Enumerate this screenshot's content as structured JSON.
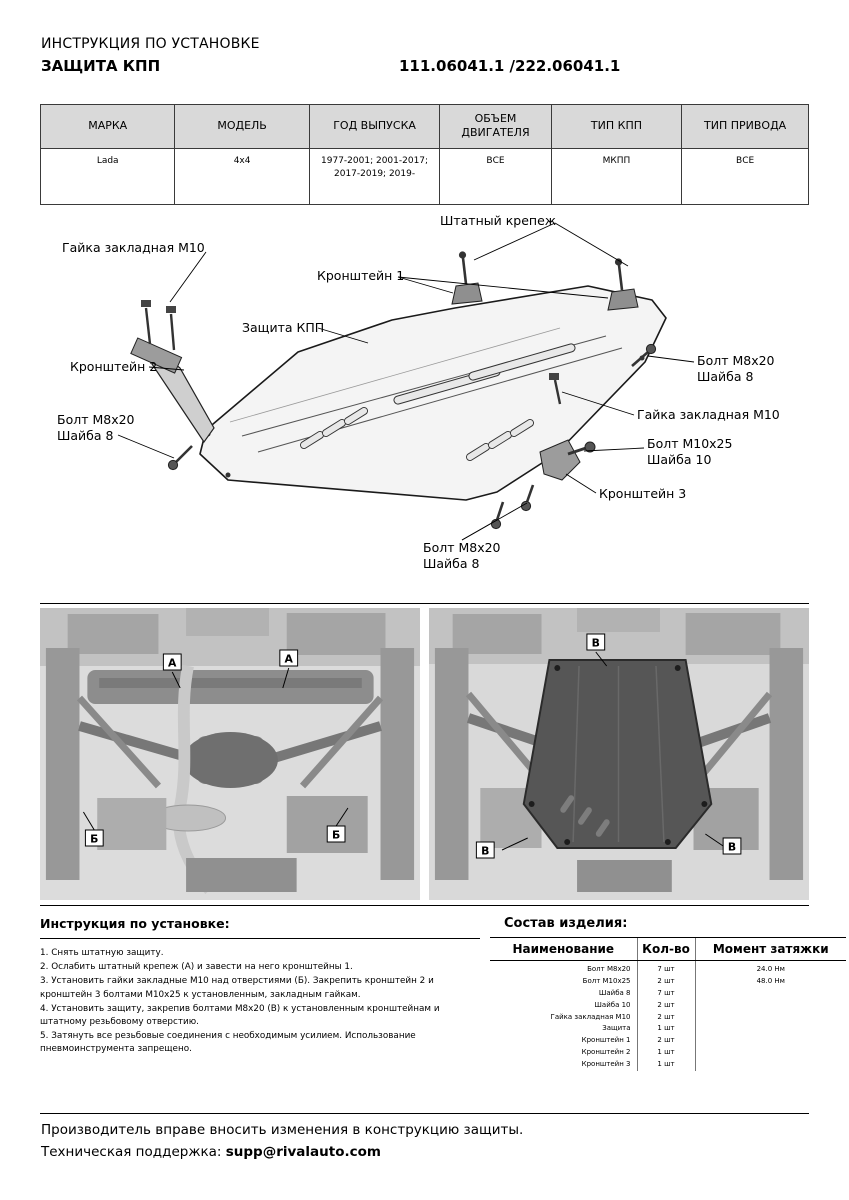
{
  "header": {
    "title": "ИНСТРУКЦИЯ ПО УСТАНОВКЕ",
    "product": "ЗАЩИТА КПП",
    "part_numbers": "111.06041.1 /222.06041.1"
  },
  "spec_table": {
    "headers": [
      "МАРКА",
      "МОДЕЛЬ",
      "ГОД ВЫПУСКА",
      "ОБЪЕМ ДВИГАТЕЛЯ",
      "ТИП КПП",
      "ТИП ПРИВОДА"
    ],
    "row": [
      "Lada",
      "4x4",
      "1977-2001; 2001-2017; 2017-2019; 2019-",
      "ВСЕ",
      "МКПП",
      "ВСЕ"
    ]
  },
  "diagram": {
    "labels": [
      {
        "text": "Штатный крепеж"
      },
      {
        "text": "Гайка закладная М10"
      },
      {
        "text": "Кронштейн 1"
      },
      {
        "text": "Защита КПП"
      },
      {
        "text": "Кронштейн 2"
      },
      {
        "text": "Болт М8х20\nШайба 8"
      },
      {
        "text": "Болт М8х20\nШайба 8"
      },
      {
        "text": "Гайка закладная М10"
      },
      {
        "text": "Болт М10х25\nШайба 10"
      },
      {
        "text": "Кронштейн 3"
      },
      {
        "text": "Болт М8х20\nШайба 8"
      }
    ]
  },
  "photos": {
    "left": {
      "markers": [
        "А",
        "А",
        "Б",
        "Б"
      ]
    },
    "right": {
      "markers": [
        "В",
        "В",
        "В"
      ]
    }
  },
  "instructions": {
    "title": "Инструкция по установке:",
    "steps": [
      "1. Снять штатную защиту.",
      "2. Ослабить штатный крепеж (А) и завести на него кронштейны 1.",
      "3. Установить гайки закладные М10 над отверстиями (Б). Закрепить кронштейн 2 и кронштейн 3 болтами М10х25 к установленным, закладным гайкам.",
      "4. Установить защиту, закрепив болтами М8х20 (В) к установленным кронштейнам и штатному резьбовому отверстию.",
      "5. Затянуть все резьбовые соединения с необходимым усилием. Использование пневмоинструмента запрещено."
    ]
  },
  "parts": {
    "title": "Состав изделия:",
    "headers": [
      "Наименование",
      "Кол-во",
      "Момент затяжки"
    ],
    "rows": [
      {
        "name": "Болт М8х20",
        "qty": "7 шт",
        "torque": "24.0 Нм"
      },
      {
        "name": "Болт М10х25",
        "qty": "2 шт",
        "torque": "48.0 Нм"
      },
      {
        "name": "Шайба 8",
        "qty": "7 шт",
        "torque": ""
      },
      {
        "name": "Шайба 10",
        "qty": "2 шт",
        "torque": ""
      },
      {
        "name": "Гайка закладная М10",
        "qty": "2 шт",
        "torque": ""
      },
      {
        "name": "Защита",
        "qty": "1 шт",
        "torque": ""
      },
      {
        "name": "Кронштейн 1",
        "qty": "2 шт",
        "torque": ""
      },
      {
        "name": "Кронштейн 2",
        "qty": "1 шт",
        "torque": ""
      },
      {
        "name": "Кронштейн 3",
        "qty": "1 шт",
        "torque": ""
      }
    ]
  },
  "footer": {
    "line1": "Производитель вправе вносить изменения в конструкцию защиты.",
    "support_label": "Техническая поддержка: ",
    "support_email": "supp@rivalauto.com"
  }
}
